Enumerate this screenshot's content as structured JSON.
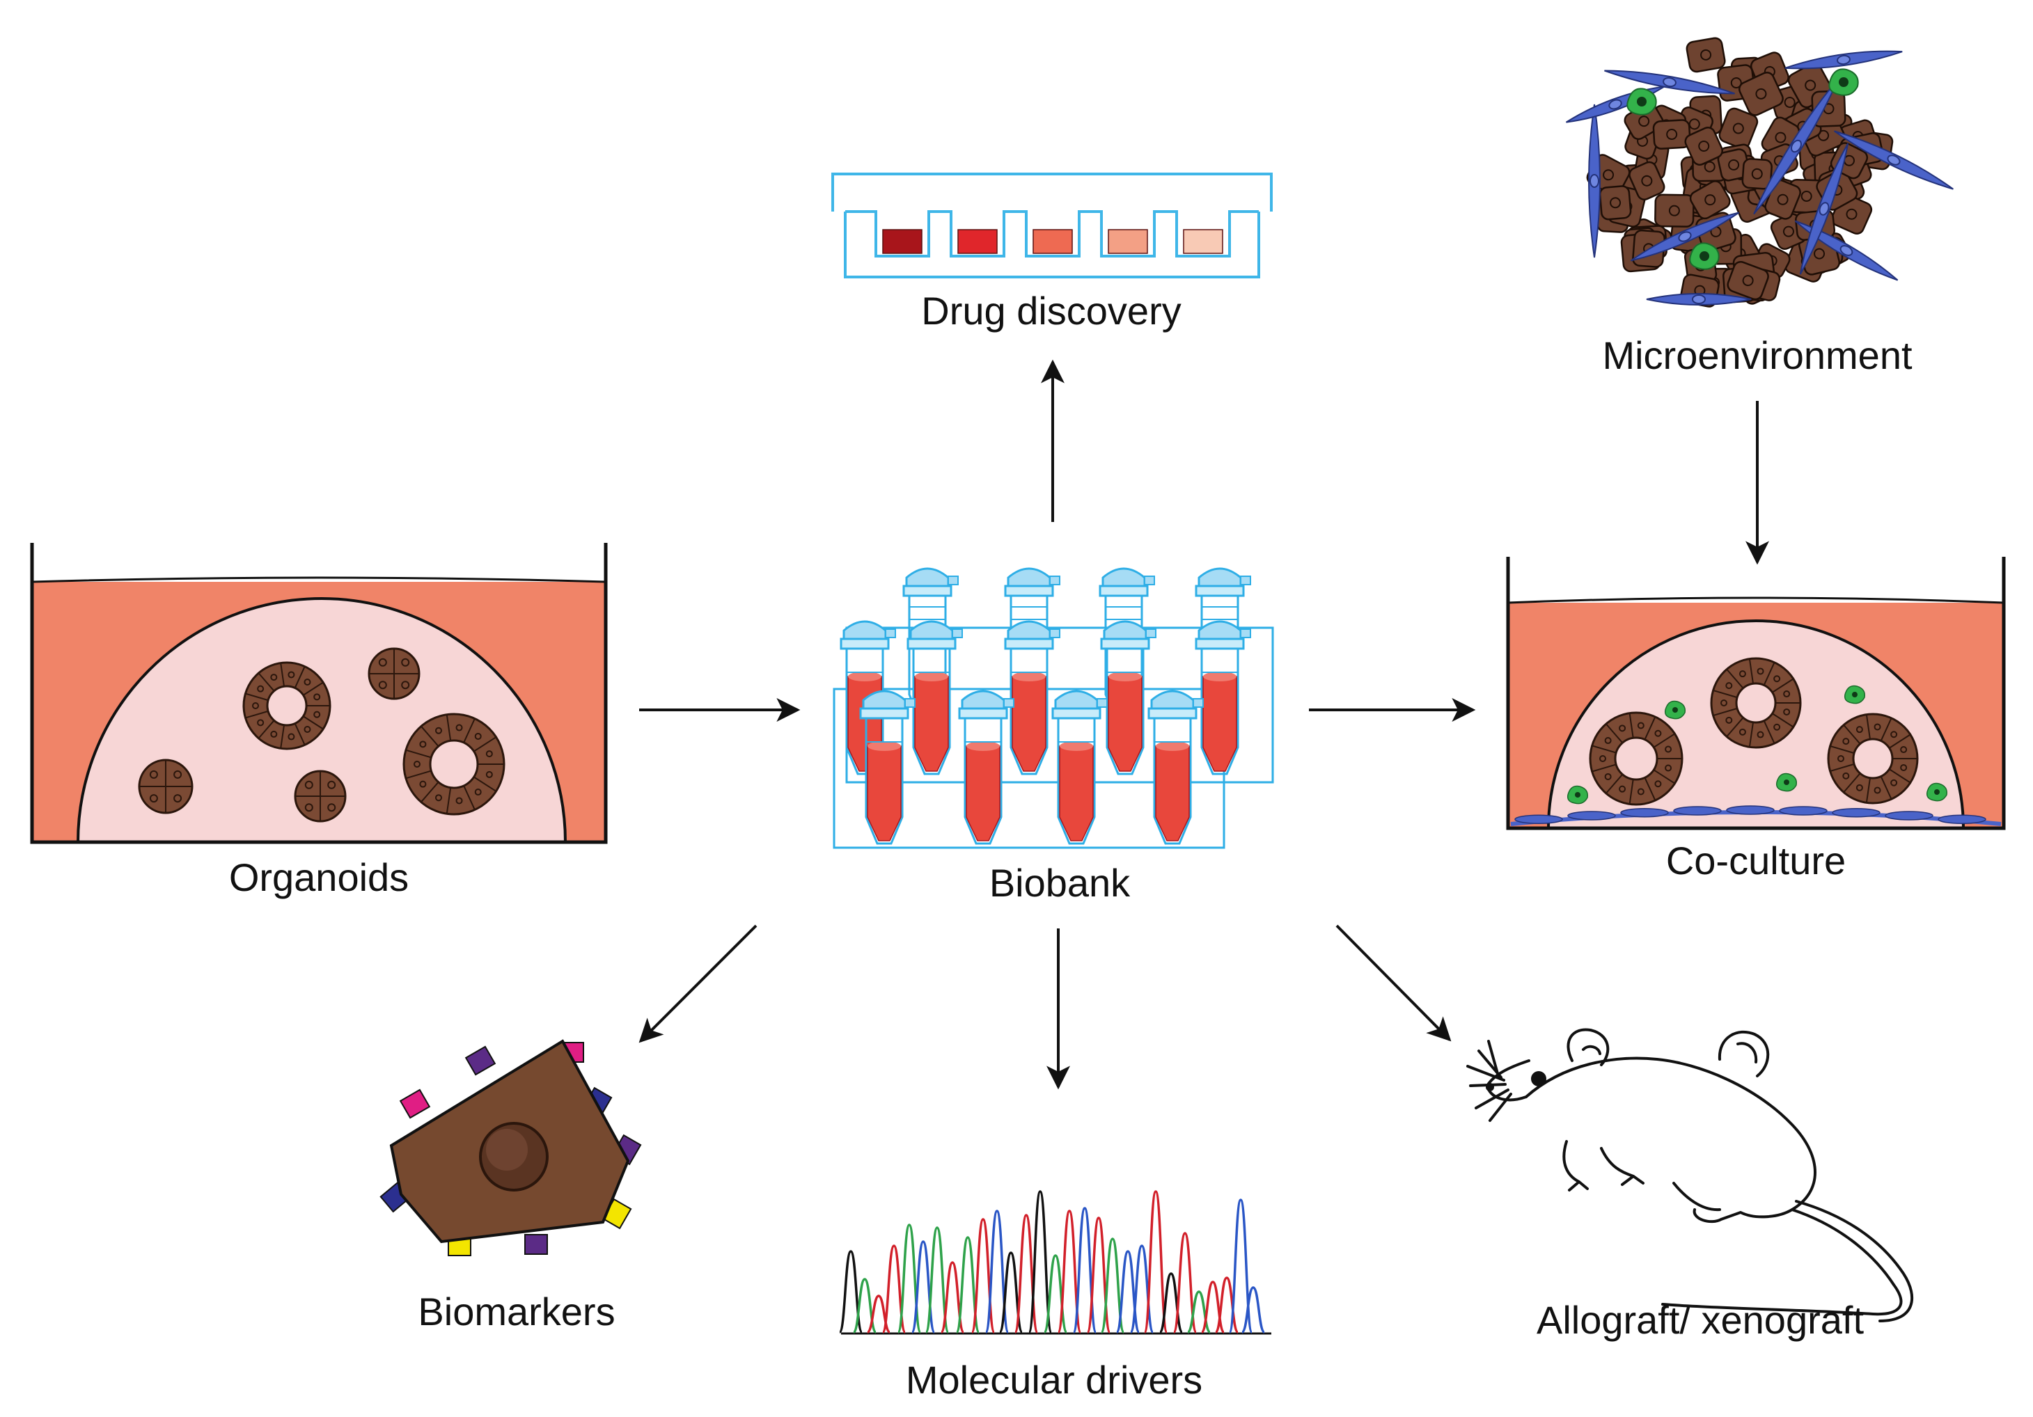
{
  "labels": {
    "organoids": "Organoids",
    "biobank": "Biobank",
    "drug_discovery": "Drug discovery",
    "microenvironment": "Microenvironment",
    "co_culture": "Co-culture",
    "biomarkers": "Biomarkers",
    "molecular_drivers": "Molecular drivers",
    "allograft": "Allograft/ xenograft"
  },
  "colors": {
    "medium": "#f08468",
    "matrigel": "#f7d6d6",
    "organoid": "#7b4a34",
    "tube_outline": "#2eaee6",
    "tube_fill": "#e8473c",
    "plate_outline": "#3fb6e8",
    "fibroblast": "#4a63c9",
    "immune_cell": "#33b24a",
    "trace_green": "#2ea24a",
    "trace_red": "#d2202a",
    "trace_blue": "#2a56c6",
    "trace_black": "#111111"
  },
  "drug_wells": [
    "#a8151b",
    "#e0262b",
    "#ee6a52",
    "#f3a085",
    "#f8cab5"
  ],
  "marker_colors": [
    "#e01e84",
    "#5b2b86",
    "#2b2f8f",
    "#f3e500"
  ]
}
